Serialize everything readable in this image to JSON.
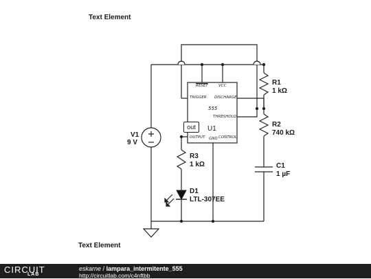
{
  "text_elements": [
    "Text Element",
    "Text Element"
  ],
  "ic": {
    "name": "555",
    "ref": "U1",
    "pins": {
      "reset": "RESET",
      "vcc": "VCC",
      "trigger": "TRIGGER",
      "discharge": "DISCHARGE",
      "threshold": "THRESHOLD",
      "output": "OUTPUT",
      "gnd": "GND",
      "control": "CONTROL"
    }
  },
  "probe": "out",
  "components": {
    "v1": {
      "ref": "V1",
      "value": "9 V"
    },
    "r1": {
      "ref": "R1",
      "value": "1 kΩ"
    },
    "r2": {
      "ref": "R2",
      "value": "740 kΩ"
    },
    "r3": {
      "ref": "R3",
      "value": "1 kΩ"
    },
    "c1": {
      "ref": "C1",
      "value": "1 µF"
    },
    "d1": {
      "ref": "D1",
      "value": "LTL-307EE"
    }
  },
  "footer": {
    "logo_top": "CIRCUIT",
    "logo_bottom": "LAB",
    "author": "eskarne",
    "separator": "/",
    "project": "lampara_intermitente_555",
    "url": "http://circuitlab.com/c4nftbb"
  }
}
